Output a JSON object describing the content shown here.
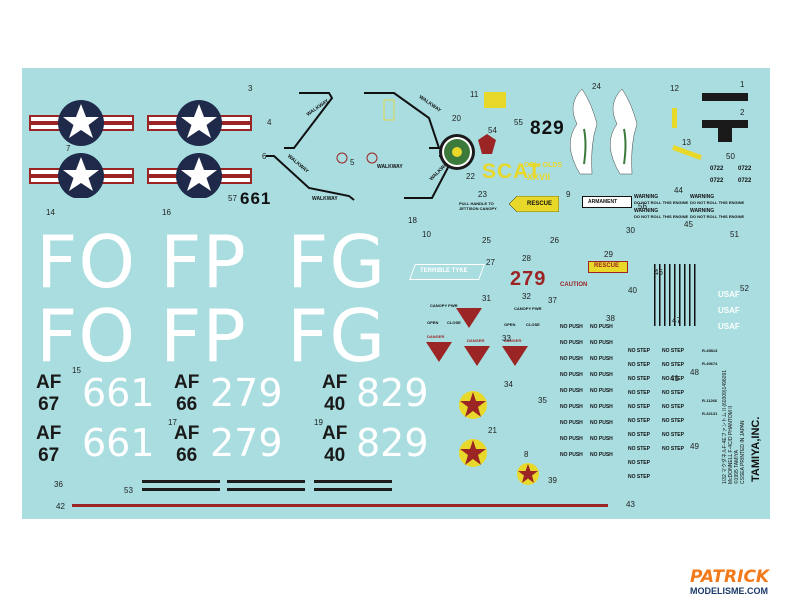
{
  "marking_numbers": {
    "n1": "1",
    "n2": "2",
    "n3": "3",
    "n4": "4",
    "n5": "5",
    "n6": "6",
    "n7": "7",
    "n8": "8",
    "n9": "9",
    "n10": "10",
    "n11": "11",
    "n12": "12",
    "n13": "13",
    "n14": "14",
    "n15": "15",
    "n16": "16",
    "n17": "17",
    "n18": "18",
    "n19": "19",
    "n20": "20",
    "n21": "21",
    "n22": "22",
    "n23": "23",
    "n24": "24",
    "n25": "25",
    "n26": "26",
    "n27": "27",
    "n28": "28",
    "n29": "29",
    "n30": "30",
    "n31": "31",
    "n32": "32",
    "n33": "33",
    "n34": "34",
    "n35": "35",
    "n36": "36",
    "n37": "37",
    "n38": "38",
    "n39": "39",
    "n40": "40",
    "n41": "41",
    "n42": "42",
    "n43": "43",
    "n44": "44",
    "n45": "45",
    "n46": "46",
    "n47": "47",
    "n48": "48",
    "n49": "49",
    "n50": "50",
    "n51": "51",
    "n52": "52",
    "n53": "53",
    "n54": "54",
    "n55": "55",
    "n56": "56",
    "n57": "57"
  },
  "tail_codes": {
    "fo": "FO",
    "fp": "FP",
    "fg": "FG"
  },
  "serials": {
    "s661": "661",
    "s279": "279",
    "s829": "829"
  },
  "af_blocks": [
    {
      "af": "AF",
      "yr": "67"
    },
    {
      "af": "AF",
      "yr": "66"
    },
    {
      "af": "AF",
      "yr": "40"
    },
    {
      "af": "AF",
      "yr": "67"
    },
    {
      "af": "AF",
      "yr": "66"
    },
    {
      "af": "AF",
      "yr": "40"
    }
  ],
  "small_serial_661": "661",
  "walkway": "WALKWAY",
  "rescue": "RESCUE",
  "scat": "SCAT",
  "scat_sub": "COL. OLDS",
  "scat_roman": "XXVII",
  "num_829": "829",
  "num_279": "279",
  "terrible_tyke": "TERRIBLE TYKE",
  "armament": "ARMAMENT",
  "warning": "WARNING",
  "warning_sub": "DO NOT ROLL THIS ENGINE",
  "caution": "CAUTION",
  "danger": "DANGER",
  "no_push": "NO PUSH",
  "no_step": "NO STEP",
  "usaf": "USAF",
  "serial_0722": "0722",
  "canopy_pwr": "CANOPY PWR",
  "open": "OPEN",
  "close": "CLOSE",
  "pull_handle": "PULL HANDLE TO JETTISON CANOPY",
  "placard_labels": [
    "R-45813",
    "R-49674",
    "R-11266",
    "R-32131"
  ],
  "tamiya_text": "TAMIYA,INC.",
  "tamiya_line1": "1/32 マクダネルF-4Eファントム II (60309)1496091",
  "tamiya_line2": "McDONNELL F-4C/D PHANTOM II",
  "tamiya_line3": "©1995 TAMIYA",
  "tamiya_line4": "CSSEA PRINTED IN JAPAN",
  "watermark_top": "PATRICK",
  "watermark_bottom": "MODELISME.COM",
  "colors": {
    "sheet": "#a9dde0",
    "red": "#9b2525",
    "black": "#1c1c1c",
    "yellow": "#e8d82a",
    "white": "#ffffff"
  }
}
